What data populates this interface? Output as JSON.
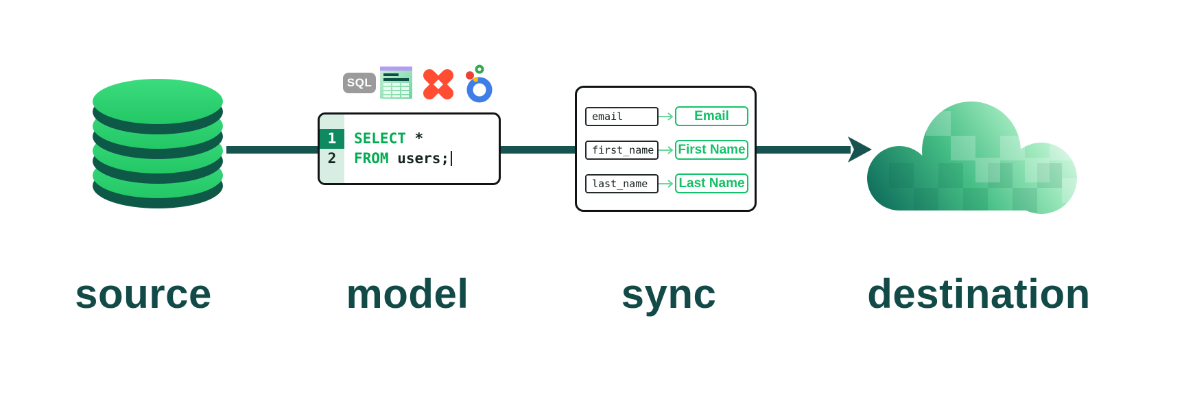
{
  "stages": [
    {
      "id": "source",
      "label": "source"
    },
    {
      "id": "model",
      "label": "model"
    },
    {
      "id": "sync",
      "label": "sync"
    },
    {
      "id": "destination",
      "label": "destination"
    }
  ],
  "model_tools": {
    "sql_badge_label": "SQL",
    "icons": [
      "sql-badge",
      "spreadsheet-icon",
      "dbt-icon",
      "looker-icon"
    ]
  },
  "code": {
    "lines": [
      {
        "number": "1",
        "keyword": "SELECT",
        "rest": " *"
      },
      {
        "number": "2",
        "keyword": "FROM",
        "rest": " users;"
      }
    ]
  },
  "mappings": [
    {
      "source": "email",
      "target": "Email"
    },
    {
      "source": "first_name",
      "target": "First Name"
    },
    {
      "source": "last_name",
      "target": "Last Name"
    }
  ],
  "colors": {
    "teal_dark": "#124a47",
    "arrow_teal": "#175450",
    "green_bright": "#2ed06e",
    "db_shadow_teal": "#0e5847",
    "code_keyword_green": "#00ab52",
    "gutter_bg": "#d9eee3",
    "gutter_active_bg": "#0d8a60",
    "sync_green": "#13c167",
    "sql_badge_gray": "#9b9b9b",
    "dbt_orange": "#ff4d33",
    "looker_blue": "#3f7de8",
    "looker_red": "#ea4335",
    "looker_green": "#34a853",
    "looker_yellow": "#fbbc04",
    "sheet_lavender": "#b49df0",
    "cloud_dark": "#0f6e5c",
    "cloud_light": "#ffffff"
  }
}
